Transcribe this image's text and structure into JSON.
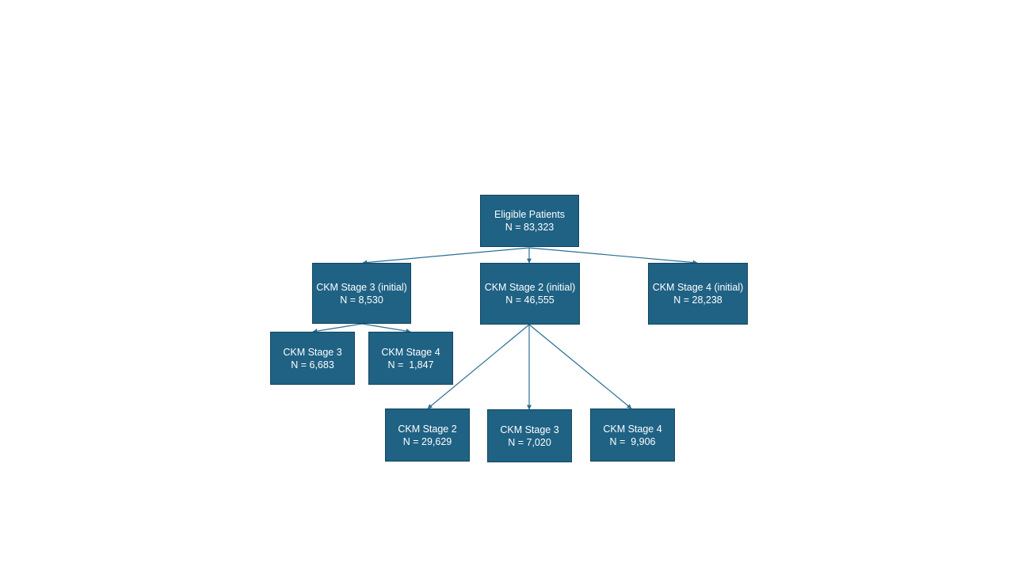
{
  "diagram": {
    "root": {
      "label": "Eligible Patients",
      "count": "N = 83,323"
    },
    "stage3_initial": {
      "label": "CKM Stage 3 (initial)",
      "count": "N = 8,530",
      "children": [
        {
          "label": "CKM Stage 3",
          "count": "N = 6,683"
        },
        {
          "label": "CKM Stage 4",
          "count": "N =  1,847"
        }
      ]
    },
    "stage2_initial": {
      "label": "CKM Stage 2 (initial)",
      "count": "N = 46,555",
      "children": [
        {
          "label": "CKM Stage 2",
          "count": "N = 29,629"
        },
        {
          "label": "CKM Stage 3",
          "count": "N = 7,020"
        },
        {
          "label": "CKM Stage 4",
          "count": "N =  9,906"
        }
      ]
    },
    "stage4_initial": {
      "label": "CKM Stage 4 (initial)",
      "count": "N = 28,238"
    },
    "colors": {
      "box_fill": "#1f6284",
      "box_border": "#13455f",
      "connector": "#2a6f93",
      "text": "#ffffff"
    }
  }
}
